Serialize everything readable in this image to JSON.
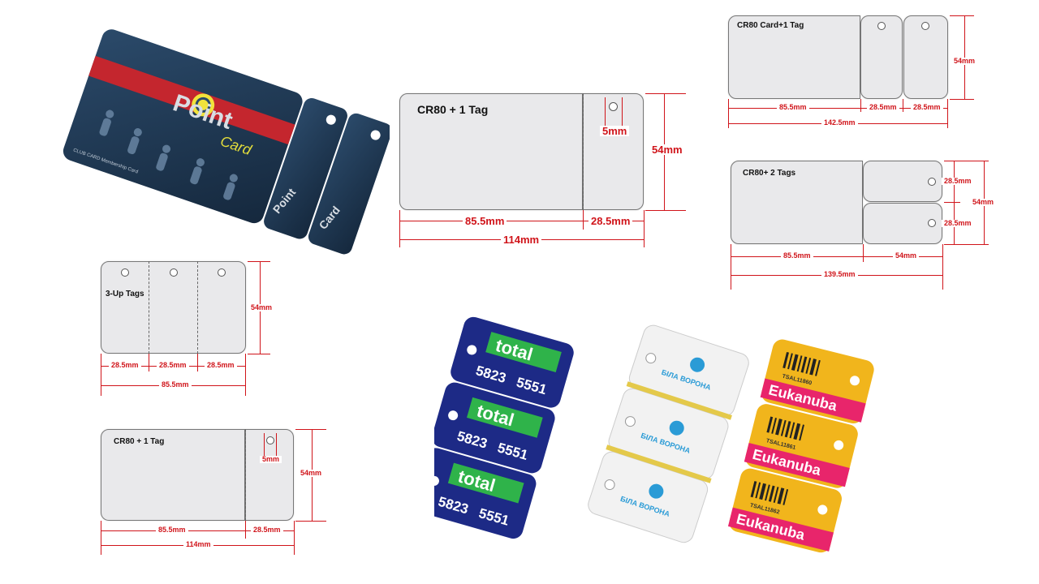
{
  "photo_pointcard": {
    "brand": "Point",
    "brand_script": "Card",
    "caption": "CLUB CARD Membership Card",
    "tag_brand": "Point",
    "tag_script": "Card"
  },
  "diagram_main": {
    "title": "CR80 + 1 Tag",
    "hole": "5mm",
    "height": "54mm",
    "card_w": "85.5mm",
    "tag_w": "28.5mm",
    "total": "114mm"
  },
  "diagram_card1tag": {
    "title": "CR80 Card+1 Tag",
    "height": "54mm",
    "card_w": "85.5mm",
    "tag1_w": "28.5mm",
    "tag2_w": "28.5mm",
    "total": "142.5mm"
  },
  "diagram_2tags": {
    "title": "CR80+ 2 Tags",
    "tag_h1": "28.5mm",
    "tag_h2": "28.5mm",
    "height": "54mm",
    "card_w": "85.5mm",
    "tag_w": "54mm",
    "total": "139.5mm"
  },
  "diagram_3up": {
    "title": "3-Up Tags",
    "height": "54mm",
    "w1": "28.5mm",
    "w2": "28.5mm",
    "w3": "28.5mm",
    "total": "85.5mm"
  },
  "diagram_bottom": {
    "title": "CR80 + 1 Tag",
    "hole": "5mm",
    "height": "54mm",
    "card_w": "85.5mm",
    "tag_w": "28.5mm",
    "total": "114mm"
  },
  "photo_tags": {
    "total_brand": "total",
    "total_number1": "5823",
    "total_number2": "5551",
    "white_brand": "БІЛА ВОРОНА",
    "yellow_brand": "Eukanuba",
    "yellow_code1": "TSAL11860",
    "yellow_code2": "TSAL11861",
    "yellow_code3": "TSAL11862"
  },
  "colors": {
    "dimension_red": "#d0141a",
    "card_gray": "#e9e9eb",
    "pointcard_navy": "#1e3550",
    "total_blue": "#1d2a86",
    "total_green": "#2fb34a",
    "eukanuba_yellow": "#f1b51c",
    "eukanuba_pink": "#e8256b"
  }
}
